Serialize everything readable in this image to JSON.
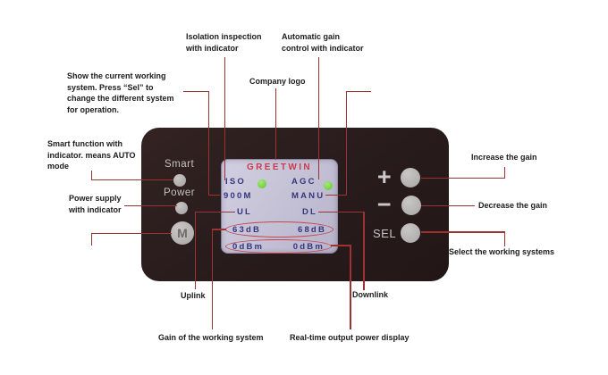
{
  "colors": {
    "panel_background": "#2a1d1d",
    "lcd_background": "#c6c3d7",
    "lcd_text": "#35357c",
    "brand_red": "#cc3a4c",
    "led_green": "#7bd344",
    "button_grey": "#b8b5b5",
    "leader_line_red": "#9c3231",
    "annotation_text": "#1b1b1b"
  },
  "annotations": {
    "show_system": "Show the current working\nsystem. Press “Sel” to\nchange the different system\nfor operation.",
    "isolation": "Isolation inspection\nwith indicator",
    "automatic_gain": "Automatic gain\ncontrol with indicator",
    "company_logo": "Company logo",
    "smart_function": "Smart function with\nindicator. means AUTO\nmode",
    "power_supply": "Power supply\nwith indicator",
    "increase_gain": "Increase the gain",
    "decrease_gain": "Decrease the gain",
    "select_systems": "Select the working systems",
    "uplink": "Uplink",
    "downlink": "Downlink",
    "gain_display": "Gain of the working system",
    "realtime_power": "Real-time output power display"
  },
  "panel": {
    "smart_label": "Smart",
    "power_label": "Power",
    "m_button_label": "M",
    "plus_button_label": "+",
    "minus_button_label": "−",
    "sel_button_label": "SEL"
  },
  "lcd": {
    "brand": "GREETWIN",
    "iso_label": "ISO",
    "agc_label": "AGC",
    "band": "900M",
    "mode": "MANU",
    "uplink_label": "UL",
    "downlink_label": "DL",
    "uplink_gain": "63dB",
    "downlink_gain": "68dB",
    "uplink_power": "0dBm",
    "downlink_power": "0dBm"
  }
}
